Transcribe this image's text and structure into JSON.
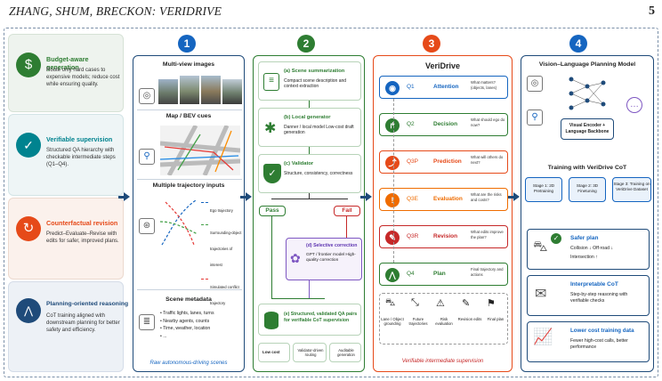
{
  "header": {
    "title": "ZHANG, SHUM, BRECKON: VERIDRIVE",
    "page": "5"
  },
  "left": [
    {
      "title": "Budget-aware generation",
      "text": "Route only hard cases to expensive models; reduce cost while ensuring quality.",
      "color": "#2e7d32"
    },
    {
      "title": "Verifiable supervision",
      "text": "Structured QA hierarchy with checkable intermediate steps (Q1–Q4).",
      "color": "#00838f"
    },
    {
      "title": "Counterfactual revision",
      "text": "Predict–Evaluate–Revise with edits for safer, improved plans.",
      "color": "#e64a19"
    },
    {
      "title": "Planning-oriented reasoning",
      "text": "CoT training aligned with downstream planning for better safety and efficiency.",
      "color": "#1f4b7a"
    }
  ],
  "col1": {
    "num": "1",
    "multiview": "Multi-view images",
    "map": "Map / BEV cues",
    "traj_title": "Multiple trajectory inputs",
    "legend": [
      "Ego trajectory",
      "Surrounding-object trajectories of interest",
      "Simulated conflict trajectory"
    ],
    "meta_title": "Scene metadata",
    "meta_items": [
      "• Traffic lights, lanes, turns",
      "• Nearby agents, counts",
      "• Time, weather, location",
      "• ..."
    ],
    "footer": "Raw autonomous-driving scenes"
  },
  "col2": {
    "num": "2",
    "a_title": "(a)  Scene summarization",
    "a_text": "Compact scene description and context extraction",
    "b_title": "(b)  Local generator",
    "b_text": "Danner / local model Low-cost draft generation",
    "c_title": "(c)  Validator",
    "c_text": "Structure, consistency, correctness",
    "pass": "Pass",
    "fail": "Fail",
    "d_title": "(d)  Selective correction",
    "d_text": "GPT / frontier model High-quality correction",
    "e_text": "(e)  Structured, validated QA pairs for verifiable CoT supervision",
    "badges": [
      "Low cost",
      "Validator-driven routing",
      "Auditable generation"
    ]
  },
  "col3": {
    "num": "3",
    "title": "VeriDrive",
    "rows": [
      {
        "id": "Q1",
        "name": "Attention",
        "q": "What matters? (objects, lanes)",
        "color": "#1565c0"
      },
      {
        "id": "Q2",
        "name": "Decision",
        "q": "What should ego do now?",
        "color": "#2e7d32"
      },
      {
        "id": "Q3P",
        "name": "Prediction",
        "q": "What will others do next?",
        "color": "#e64a19"
      },
      {
        "id": "Q3E",
        "name": "Evaluation",
        "q": "What are the risks and costs?",
        "color": "#ef6c00"
      },
      {
        "id": "Q3R",
        "name": "Revision",
        "q": "What edits improve the plan?",
        "color": "#c62828"
      },
      {
        "id": "Q4",
        "name": "Plan",
        "q": "Final trajectory and actions",
        "color": "#2e7d32"
      }
    ],
    "bottom": [
      "Lane / Object grounding",
      "Future trajectories",
      "Risk evaluation",
      "Revision edits",
      "Final plan"
    ],
    "footer": "Verifiable intermediate supervision"
  },
  "col4": {
    "num": "4",
    "vlm_title": "Vision–Language Planning Model",
    "vlm_box": "Visual Encoder + Language Backbone",
    "train_title": "Training with VeriDrive CoT",
    "stages": [
      "Stage 1: 2D Pretraining",
      "Stage 2: 3D Finetuning",
      "Stage 3: Training on VeriDrive Dataset"
    ],
    "safer_title": "Safer plan",
    "safer_l1": "Collision ↓   Off-road ↓",
    "safer_l2": "Intersection ↑",
    "cot_title": "Interpretable CoT",
    "cot_text": "Step-by-step reasoning with verifiable checks",
    "cost_title": "Lower cost training data",
    "cost_text": "Fewer high-cost calls, better performance"
  }
}
